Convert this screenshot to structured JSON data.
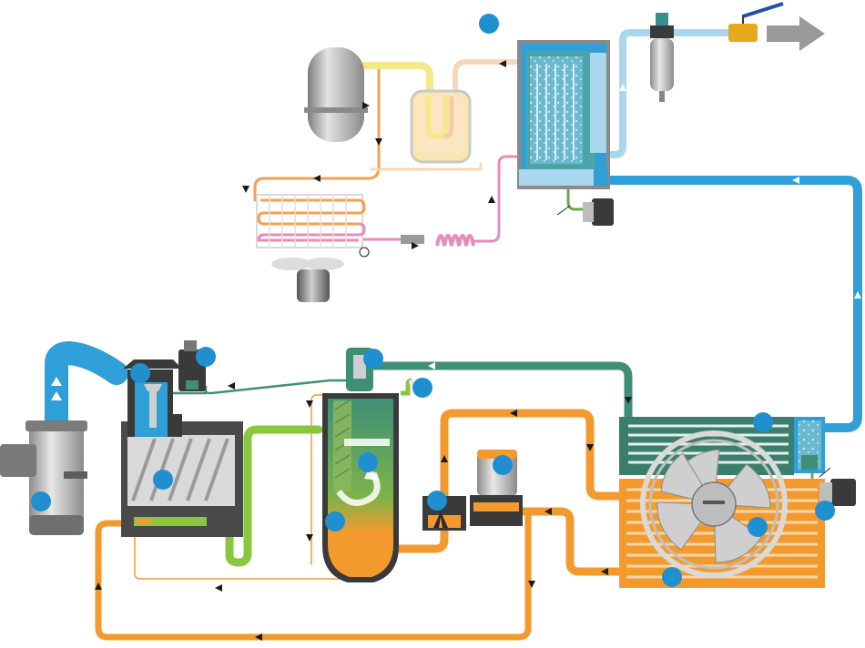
{
  "diagram": {
    "colors": {
      "intake_air": "#2f9fd8",
      "cooled_air": "#a9d8ee",
      "compressed_air": "#3f8f77",
      "oil_hot": "#f39a2f",
      "oil_cooled": "#8cc63f",
      "refrigerant_hot": "#f5a051",
      "refrigerant_liquid": "#e98bb8",
      "refrigerant_gas": "#f3e98b",
      "vessel_grey": "#9a9a9a",
      "marker": "#1f8fd0"
    },
    "components": [
      {
        "id": "air-inlet-filter",
        "icon": "inlet-filter-icon"
      },
      {
        "id": "inlet-valve",
        "icon": "inlet-valve-icon"
      },
      {
        "id": "solenoid-valve",
        "icon": "solenoid-icon"
      },
      {
        "id": "screw-element",
        "icon": "screw-element-icon"
      },
      {
        "id": "oil-separator-vessel",
        "icon": "separator-vessel-icon"
      },
      {
        "id": "minimum-pressure-valve",
        "icon": "pressure-valve-icon"
      },
      {
        "id": "safety-valve",
        "icon": "safety-valve-icon"
      },
      {
        "id": "thermostatic-valve",
        "icon": "thermostatic-valve-icon"
      },
      {
        "id": "oil-filter",
        "icon": "oil-filter-icon"
      },
      {
        "id": "air-cooler",
        "icon": "air-cooler-icon"
      },
      {
        "id": "oil-cooler",
        "icon": "oil-cooler-icon"
      },
      {
        "id": "cooling-fan",
        "icon": "fan-icon"
      },
      {
        "id": "water-separator-drain",
        "icon": "drain-icon"
      },
      {
        "id": "refrigerant-dryer-heat-exchanger",
        "icon": "heat-exchanger-icon"
      },
      {
        "id": "refrigerant-compressor",
        "icon": "refrigerant-compressor-icon"
      },
      {
        "id": "condenser",
        "icon": "condenser-icon"
      },
      {
        "id": "condenser-fan",
        "icon": "condenser-fan-icon"
      },
      {
        "id": "liquid-separator",
        "icon": "liquid-separator-icon"
      },
      {
        "id": "capillary-tube",
        "icon": "capillary-icon"
      },
      {
        "id": "outlet-filter",
        "icon": "outlet-filter-icon"
      },
      {
        "id": "outlet-ball-valve",
        "icon": "ball-valve-icon"
      },
      {
        "id": "compressed-air-outlet",
        "icon": "outlet-arrow-icon"
      }
    ]
  }
}
